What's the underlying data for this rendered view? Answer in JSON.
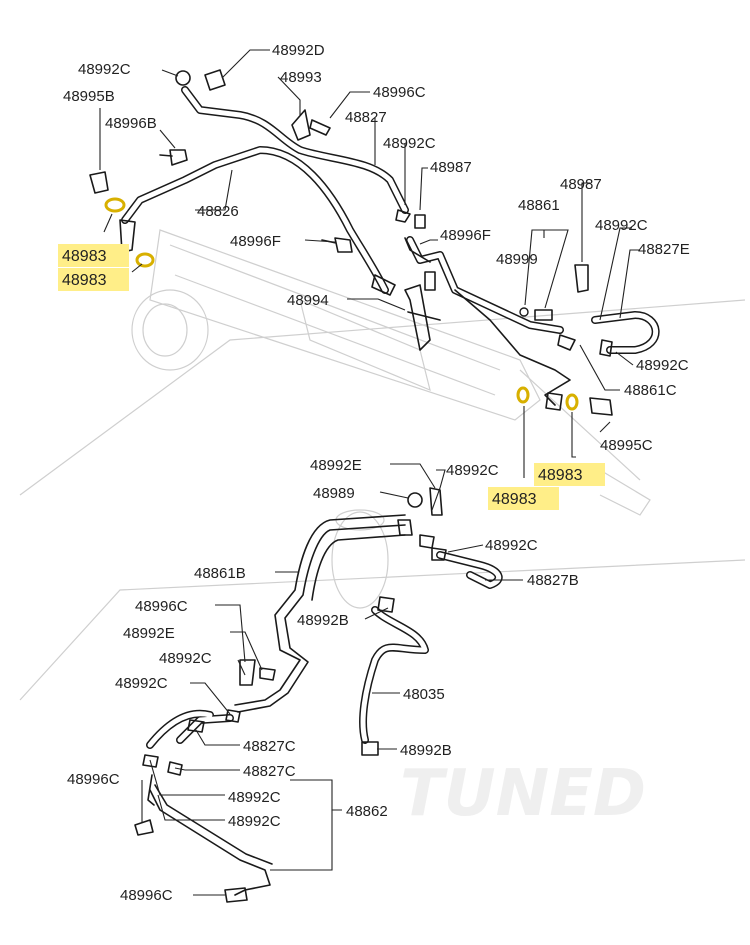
{
  "watermark": "TUNED",
  "colors": {
    "highlight": "#ffee88",
    "ring": "#d8b000",
    "line": "#1a1a1a"
  },
  "labels": [
    {
      "id": "l1",
      "text": "48992C",
      "hl": false
    },
    {
      "id": "l2",
      "text": "48992D",
      "hl": false
    },
    {
      "id": "l3",
      "text": "48993",
      "hl": false
    },
    {
      "id": "l4",
      "text": "48995B",
      "hl": false
    },
    {
      "id": "l5",
      "text": "48996C",
      "hl": false
    },
    {
      "id": "l6",
      "text": "48827",
      "hl": false
    },
    {
      "id": "l7",
      "text": "48996B",
      "hl": false
    },
    {
      "id": "l8",
      "text": "48992C",
      "hl": false
    },
    {
      "id": "l9",
      "text": "48987",
      "hl": false
    },
    {
      "id": "l10",
      "text": "48826",
      "hl": false
    },
    {
      "id": "l11",
      "text": "48987",
      "hl": false
    },
    {
      "id": "l12",
      "text": "48861",
      "hl": false
    },
    {
      "id": "l13",
      "text": "48992C",
      "hl": false
    },
    {
      "id": "l14",
      "text": "48996F",
      "hl": false
    },
    {
      "id": "l15",
      "text": "48996F",
      "hl": false
    },
    {
      "id": "l16",
      "text": "48827E",
      "hl": false
    },
    {
      "id": "l17",
      "text": "48983",
      "hl": true
    },
    {
      "id": "l18",
      "text": "48999",
      "hl": false
    },
    {
      "id": "l19",
      "text": "48983",
      "hl": true
    },
    {
      "id": "l20",
      "text": "48994",
      "hl": false
    },
    {
      "id": "l21",
      "text": "48992C",
      "hl": false
    },
    {
      "id": "l22",
      "text": "48861C",
      "hl": false
    },
    {
      "id": "l23",
      "text": "48995C",
      "hl": false
    },
    {
      "id": "l24",
      "text": "48992E",
      "hl": false
    },
    {
      "id": "l25",
      "text": "48992C",
      "hl": false
    },
    {
      "id": "l26",
      "text": "48983",
      "hl": true
    },
    {
      "id": "l27",
      "text": "48989",
      "hl": false
    },
    {
      "id": "l28",
      "text": "48983",
      "hl": true
    },
    {
      "id": "l29",
      "text": "48992C",
      "hl": false
    },
    {
      "id": "l30",
      "text": "48861B",
      "hl": false
    },
    {
      "id": "l31",
      "text": "48827B",
      "hl": false
    },
    {
      "id": "l32",
      "text": "48996C",
      "hl": false
    },
    {
      "id": "l33",
      "text": "48992B",
      "hl": false
    },
    {
      "id": "l34",
      "text": "48992E",
      "hl": false
    },
    {
      "id": "l35",
      "text": "48992C",
      "hl": false
    },
    {
      "id": "l36",
      "text": "48992C",
      "hl": false
    },
    {
      "id": "l37",
      "text": "48035",
      "hl": false
    },
    {
      "id": "l38",
      "text": "48827C",
      "hl": false
    },
    {
      "id": "l39",
      "text": "48992B",
      "hl": false
    },
    {
      "id": "l40",
      "text": "48827C",
      "hl": false
    },
    {
      "id": "l41",
      "text": "48996C",
      "hl": false
    },
    {
      "id": "l42",
      "text": "48992C",
      "hl": false
    },
    {
      "id": "l43",
      "text": "48862",
      "hl": false
    },
    {
      "id": "l44",
      "text": "48992C",
      "hl": false
    },
    {
      "id": "l45",
      "text": "48996C",
      "hl": false
    }
  ]
}
